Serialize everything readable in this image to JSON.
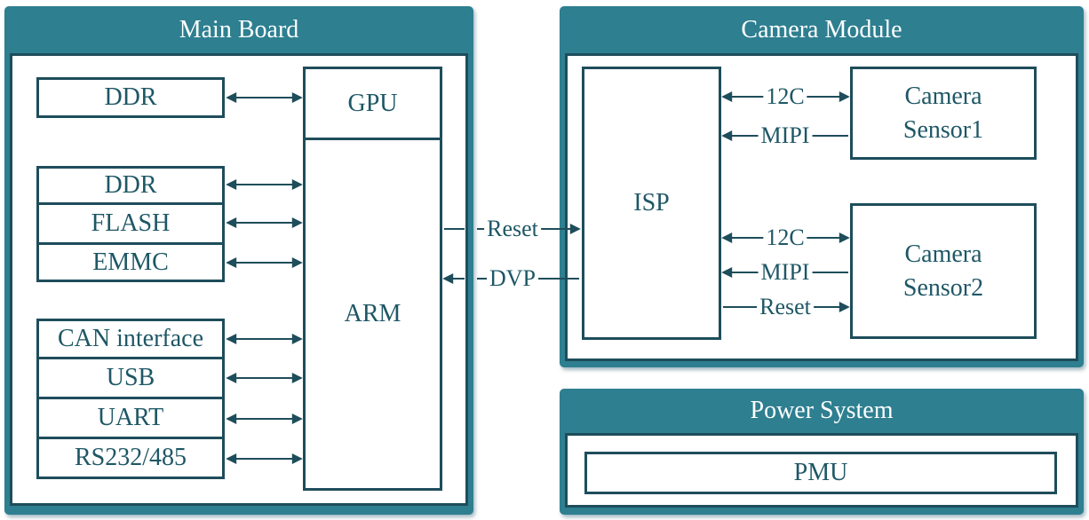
{
  "colors": {
    "accent_teal": "#2E7F90",
    "line_border": "#1E4D5B",
    "block_text": "#1E5765",
    "title_text": "#FFFFFF"
  },
  "main_board": {
    "title": "Main Board",
    "blocks": {
      "ddr1": "DDR",
      "gpu": "GPU",
      "arm": "ARM",
      "ddr2": "DDR",
      "flash": "FLASH",
      "emmc": "EMMC",
      "can": "CAN interface",
      "usb": "USB",
      "uart": "UART",
      "rs232": "RS232/485"
    }
  },
  "camera_module": {
    "title": "Camera Module",
    "blocks": {
      "isp": "ISP",
      "sensor1_line1": "Camera",
      "sensor1_line2": "Sensor1",
      "sensor2_line1": "Camera",
      "sensor2_line2": "Sensor2"
    }
  },
  "power_system": {
    "title": "Power System",
    "blocks": {
      "pmu": "PMU"
    }
  },
  "connectors": {
    "reset_main": "Reset",
    "dvp": "DVP",
    "i2c_1": "12C",
    "mipi_1": "MIPI",
    "i2c_2": "12C",
    "mipi_2": "MIPI",
    "reset_2": "Reset"
  }
}
